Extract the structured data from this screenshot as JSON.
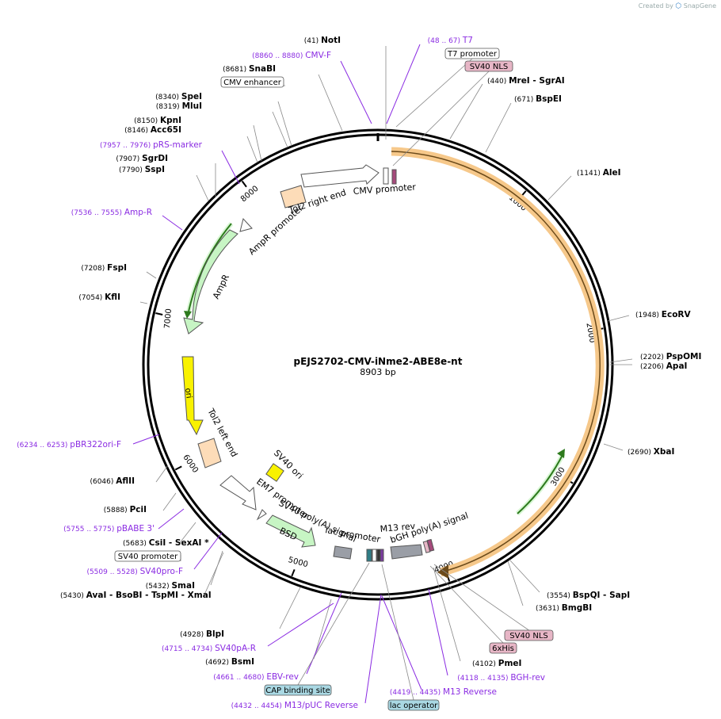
{
  "credit": {
    "prefix": "Created by",
    "brand": "SnapGene"
  },
  "plasmid": {
    "name": "pEJS2702-CMV-iNme2-ABE8e-nt",
    "size": "8903 bp",
    "total_bp": 8903
  },
  "colors": {
    "backbone": "#000000",
    "site_purple": "#8a2be2",
    "feature_orange": "#f6c88a",
    "feature_green": "#c7f5c4",
    "feature_yellow": "#f9f200",
    "feature_white": "#ffffff",
    "feature_gray": "#9a9ea6",
    "label_pink": "#e7b6c6",
    "label_blue": "#a9d8e3"
  },
  "ticks": [
    {
      "bp": 1000,
      "label": "1000"
    },
    {
      "bp": 2000,
      "label": "2000"
    },
    {
      "bp": 3000,
      "label": "3000"
    },
    {
      "bp": 4000,
      "label": "4000"
    },
    {
      "bp": 5000,
      "label": "5000"
    },
    {
      "bp": 6000,
      "label": "6000"
    },
    {
      "bp": 7000,
      "label": "7000"
    },
    {
      "bp": 8000,
      "label": "8000"
    }
  ],
  "enzymes": [
    {
      "name": "NotI",
      "pos": "(41)"
    },
    {
      "name": "SnaBI",
      "pos": "(8681)"
    },
    {
      "name": "SpeI",
      "pos": "(8340)"
    },
    {
      "name": "MluI",
      "pos": "(8319)"
    },
    {
      "name": "KpnI",
      "pos": "(8150)"
    },
    {
      "name": "Acc65I",
      "pos": "(8146)"
    },
    {
      "name": "SgrDI",
      "pos": "(7907)"
    },
    {
      "name": "SspI",
      "pos": "(7790)"
    },
    {
      "name": "FspI",
      "pos": "(7208)"
    },
    {
      "name": "KflI",
      "pos": "(7054)"
    },
    {
      "name": "AflII",
      "pos": "(6046)"
    },
    {
      "name": "PciI",
      "pos": "(5888)"
    },
    {
      "name": "CsiI  -  SexAI  *",
      "pos": "(5683)"
    },
    {
      "name": "SmaI",
      "pos": "(5432)"
    },
    {
      "name": "AvaI   -  BsoBI   -  TspMI   -  XmaI",
      "pos": "(5430)"
    },
    {
      "name": "BlpI",
      "pos": "(4928)"
    },
    {
      "name": "BsmI",
      "pos": "(4692)"
    },
    {
      "name": "PmeI",
      "pos": "(4102)"
    },
    {
      "name": "BmgBI",
      "pos": "(3631)"
    },
    {
      "name": "BspQI   -  SapI",
      "pos": "(3554)"
    },
    {
      "name": "XbaI",
      "pos": "(2690)"
    },
    {
      "name": "ApaI",
      "pos": "(2206)"
    },
    {
      "name": "PspOMI",
      "pos": "(2202)"
    },
    {
      "name": "EcoRV",
      "pos": "(1948)"
    },
    {
      "name": "AleI",
      "pos": "(1141)"
    },
    {
      "name": "BspEI",
      "pos": "(671)"
    },
    {
      "name": "MreI   -  SgrAI",
      "pos": "(440)"
    }
  ],
  "primers": [
    {
      "name": "CMV-F",
      "range": "(8860 .. 8880)"
    },
    {
      "name": "T7",
      "range": "(48 .. 67)"
    },
    {
      "name": "pRS-marker",
      "range": "(7957 .. 7976)"
    },
    {
      "name": "Amp-R",
      "range": "(7536 .. 7555)"
    },
    {
      "name": "pBR322ori-F",
      "range": "(6234 .. 6253)"
    },
    {
      "name": "pBABE 3'",
      "range": "(5755 .. 5775)"
    },
    {
      "name": "SV40pro-F",
      "range": "(5509 .. 5528)"
    },
    {
      "name": "SV40pA-R",
      "range": "(4715 .. 4734)"
    },
    {
      "name": "EBV-rev",
      "range": "(4661 .. 4680)"
    },
    {
      "name": "M13/pUC Reverse",
      "range": "(4432 .. 4454)"
    },
    {
      "name": "M13 Reverse",
      "range": "(4419 .. 4435)"
    },
    {
      "name": "BGH-rev",
      "range": "(4118 .. 4135)"
    }
  ],
  "boxed_labels": {
    "t7_promoter": "T7 promoter",
    "sv40_nls_top": "SV40 NLS",
    "cmv_enhancer": "CMV enhancer",
    "sv40_promoter": "SV40 promoter",
    "cap_binding_site": "CAP binding site",
    "lac_operator": "lac operator",
    "sv40_nls_bottom": "SV40 NLS",
    "his6": "6xHis"
  },
  "feature_labels": {
    "cmv_promoter": "CMV promoter",
    "tol2_right_end": "Tol2 right end",
    "ampr_promoter": "AmpR promoter",
    "ampr": "AmpR",
    "ori": "ori",
    "tol2_left_end": "Tol2 left end",
    "sv40_ori": "SV40 ori",
    "em7_promoter": "EM7 promoter",
    "sv40_polya": "SV40 poly(A) signal",
    "bsd": "BSD",
    "lac_promoter": "lac promoter",
    "m13_rev": "M13 rev",
    "bgh_polya": "bGH poly(A) signal"
  }
}
